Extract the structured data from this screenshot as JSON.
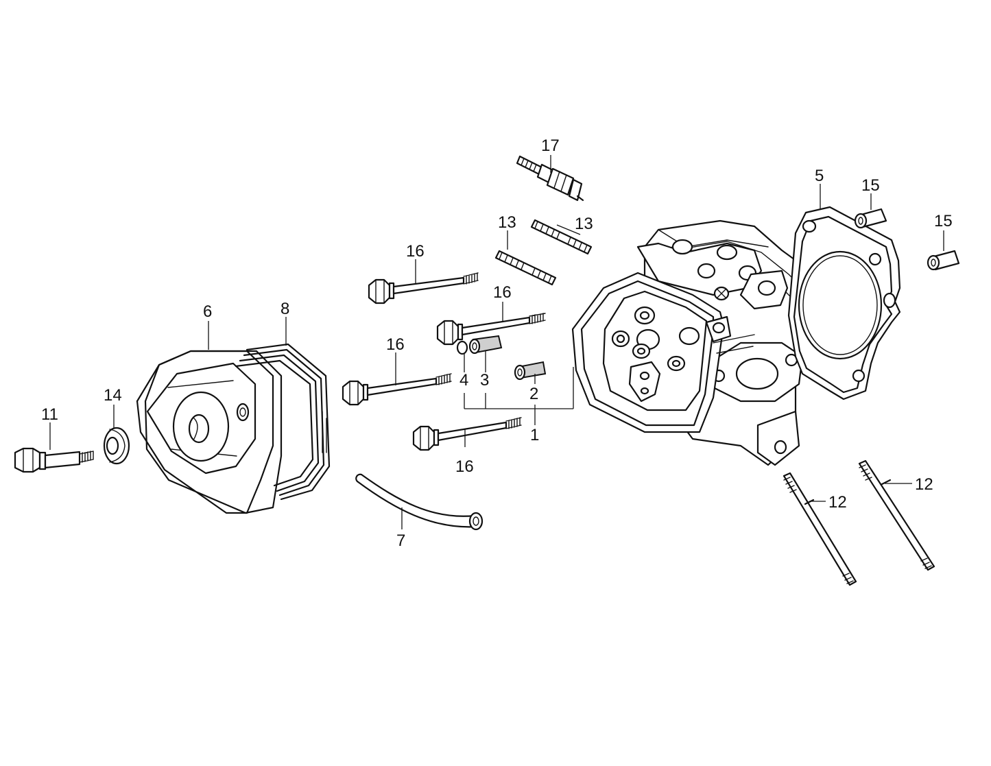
{
  "callouts": {
    "c1": "1",
    "c2": "2",
    "c3": "3",
    "c4": "4",
    "c5": "5",
    "c6": "6",
    "c7": "7",
    "c8": "8",
    "c11": "11",
    "c12a": "12",
    "c12b": "12",
    "c13a": "13",
    "c13b": "13",
    "c14": "14",
    "c15a": "15",
    "c15b": "15",
    "c16a": "16",
    "c16b": "16",
    "c16c": "16",
    "c16d": "16",
    "c17": "17"
  }
}
